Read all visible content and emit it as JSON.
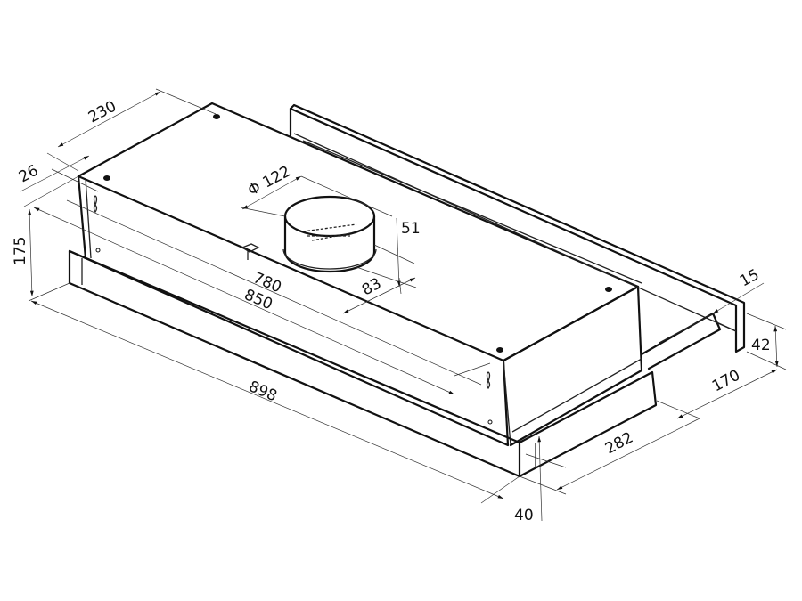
{
  "drawing": {
    "subject": "Telescopic range hood dimensional drawing",
    "units": "mm",
    "line_color": "#111111",
    "background": "#ffffff"
  },
  "dimensions": {
    "depth_top": "230",
    "rear_offset": "26",
    "height_body": "175",
    "duct_diameter": "Φ 122",
    "duct_height": "51",
    "duct_offset": "83",
    "inner_width": "780",
    "body_width": "850",
    "overall_width": "898",
    "front_panel_thickness": "15",
    "front_panel_height": "42",
    "extension_depth": "170",
    "slide_depth": "282",
    "visor_height": "40"
  }
}
